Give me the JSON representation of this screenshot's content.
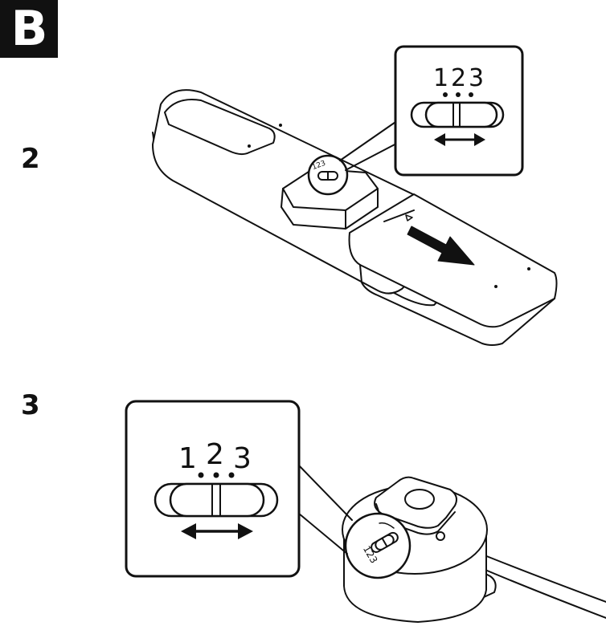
{
  "section_label": "B",
  "steps": [
    {
      "number": "2"
    },
    {
      "number": "3"
    }
  ],
  "switch_positions": [
    "1",
    "2",
    "3"
  ],
  "inset_labels": {
    "small": "123",
    "large": [
      "1",
      "2",
      "3"
    ]
  },
  "marker_symbol": "▹",
  "colors": {
    "ink": "#111111",
    "paper": "#ffffff"
  }
}
